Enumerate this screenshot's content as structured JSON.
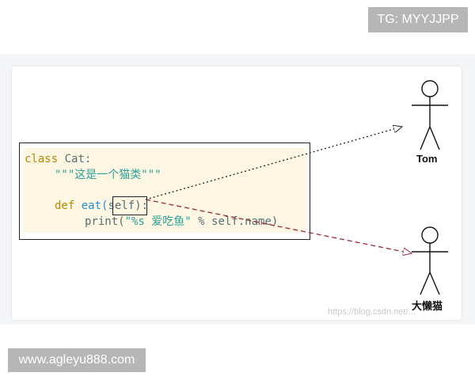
{
  "overlay_tag": "TG: MYYJJPP",
  "footer_url": "www.agleyu888.com",
  "code": {
    "line1": {
      "keyword": "class",
      "name": "Cat:"
    },
    "line2": {
      "docstring": "\"\"\"这是一个猫类\"\"\""
    },
    "line3": {
      "keyword": "def",
      "func": "eat(",
      "param": "self",
      "close": "):"
    },
    "line4": {
      "call": "print(",
      "string": "\"%s 爱吃鱼\"",
      "rest": " % self.name)"
    }
  },
  "figures": {
    "tom": "Tom",
    "lazy_cat": "大懒猫"
  },
  "watermark": "https://blog.csdn.net/..."
}
